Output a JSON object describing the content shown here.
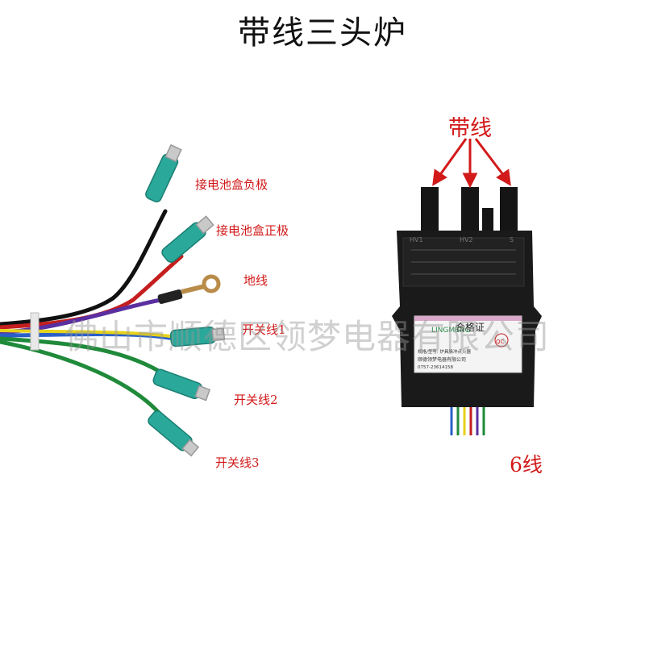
{
  "title": "带线三头炉",
  "wire_labels": {
    "battery_negative": "接电池盒负极",
    "battery_positive": "接电池盒正极",
    "ground": "地线",
    "switch1": "开关线1",
    "switch2": "开关线2",
    "switch3": "开关线3"
  },
  "callouts": {
    "with_wire": "带线",
    "six_wire": "6线"
  },
  "device": {
    "sticker_title": "合格证",
    "sticker_brand": "LINGMENG",
    "sticker_company": "顺德领梦电器有限公司",
    "sticker_phone": "0757-23614158",
    "sticker_model_label": "规格/型号: 炉具脉冲点火器",
    "sticker_qc": "QC",
    "port_hv1": "HV1",
    "port_hv2": "HV2",
    "port_s": "S"
  },
  "watermark": "佛山市顺德区领梦电器有限公司",
  "colors": {
    "label_red": "#d21a1a",
    "device_body": "#1a1a1a",
    "connector_teal": "#2aa89a"
  }
}
